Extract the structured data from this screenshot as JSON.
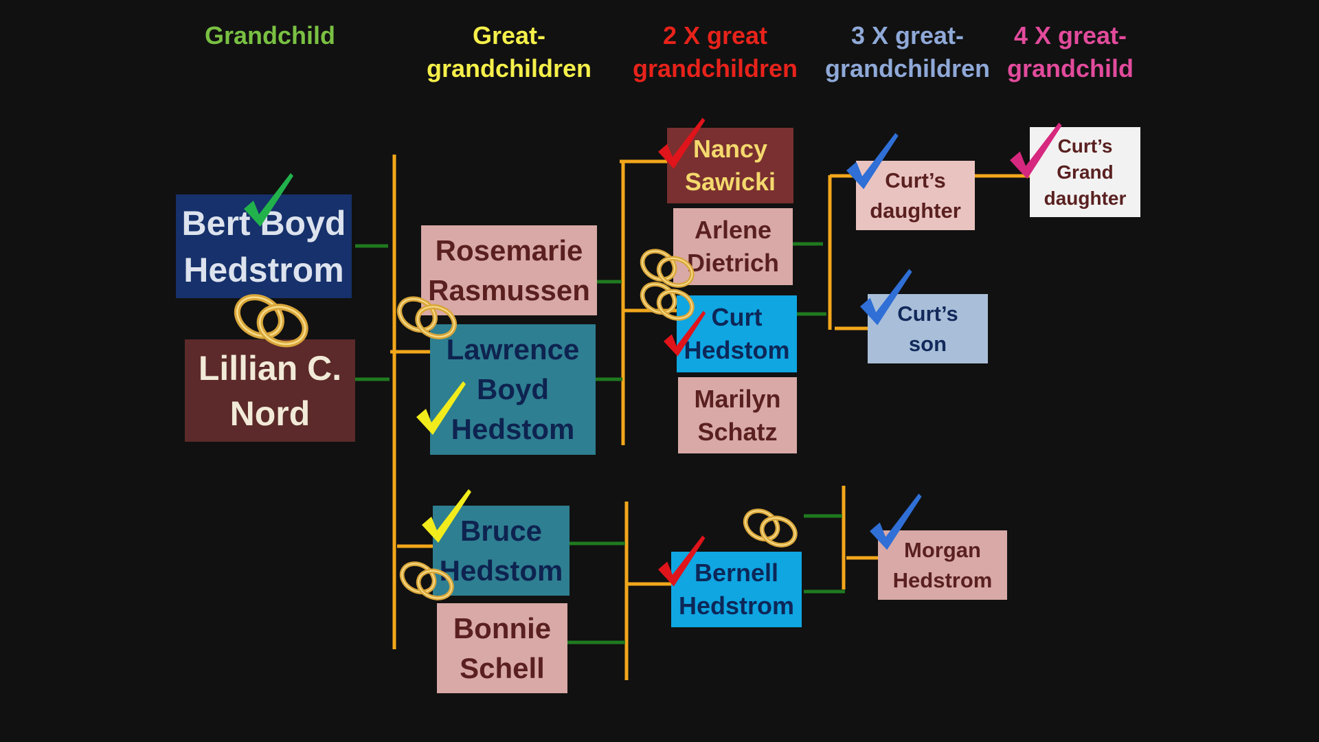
{
  "headers": {
    "grandchild": {
      "text": "Grandchild",
      "color": "#7ac143"
    },
    "great_grandchildren": {
      "text": "Great-\ngrandchildren",
      "color": "#f5f04a"
    },
    "two_x": {
      "text": "2 X great\ngrandchildren",
      "color": "#e8231b"
    },
    "three_x": {
      "text": "3 X great-\ngrandchildren",
      "color": "#8fa9d8"
    },
    "four_x": {
      "text": "4 X great-\ngrandchild",
      "color": "#e24b9c"
    }
  },
  "people": {
    "bert": "Bert Boyd\nHedstrom",
    "lillian": "Lillian C.\nNord",
    "rosemarie": "Rosemarie\nRasmussen",
    "lawrence": "Lawrence\nBoyd\nHedstom",
    "bruce": "Bruce\nHedstom",
    "bonnie": "Bonnie\nSchell",
    "nancy": "Nancy\nSawicki",
    "arlene": "Arlene\nDietrich",
    "curt": "Curt\nHedstom",
    "marilyn": "Marilyn\nSchatz",
    "bernell": "Bernell\nHedstrom",
    "curts_daughter": "Curt’s\ndaughter",
    "curts_son": "Curt’s\nson",
    "morgan": "Morgan\nHedstrom",
    "curts_granddaughter": "Curt’s\nGrand\ndaughter"
  },
  "colors": {
    "connector_orange": "#f2a71b",
    "connector_green": "#1f7a1f",
    "check_green": "#22b24c",
    "check_yellow": "#f2ec1c",
    "check_red": "#e0141b",
    "check_blue": "#2f6fd6",
    "check_pink": "#d6287e",
    "ring_gold": "#d9a63a"
  },
  "icons": {
    "check": "checkmark-icon",
    "rings": "wedding-rings-icon"
  }
}
